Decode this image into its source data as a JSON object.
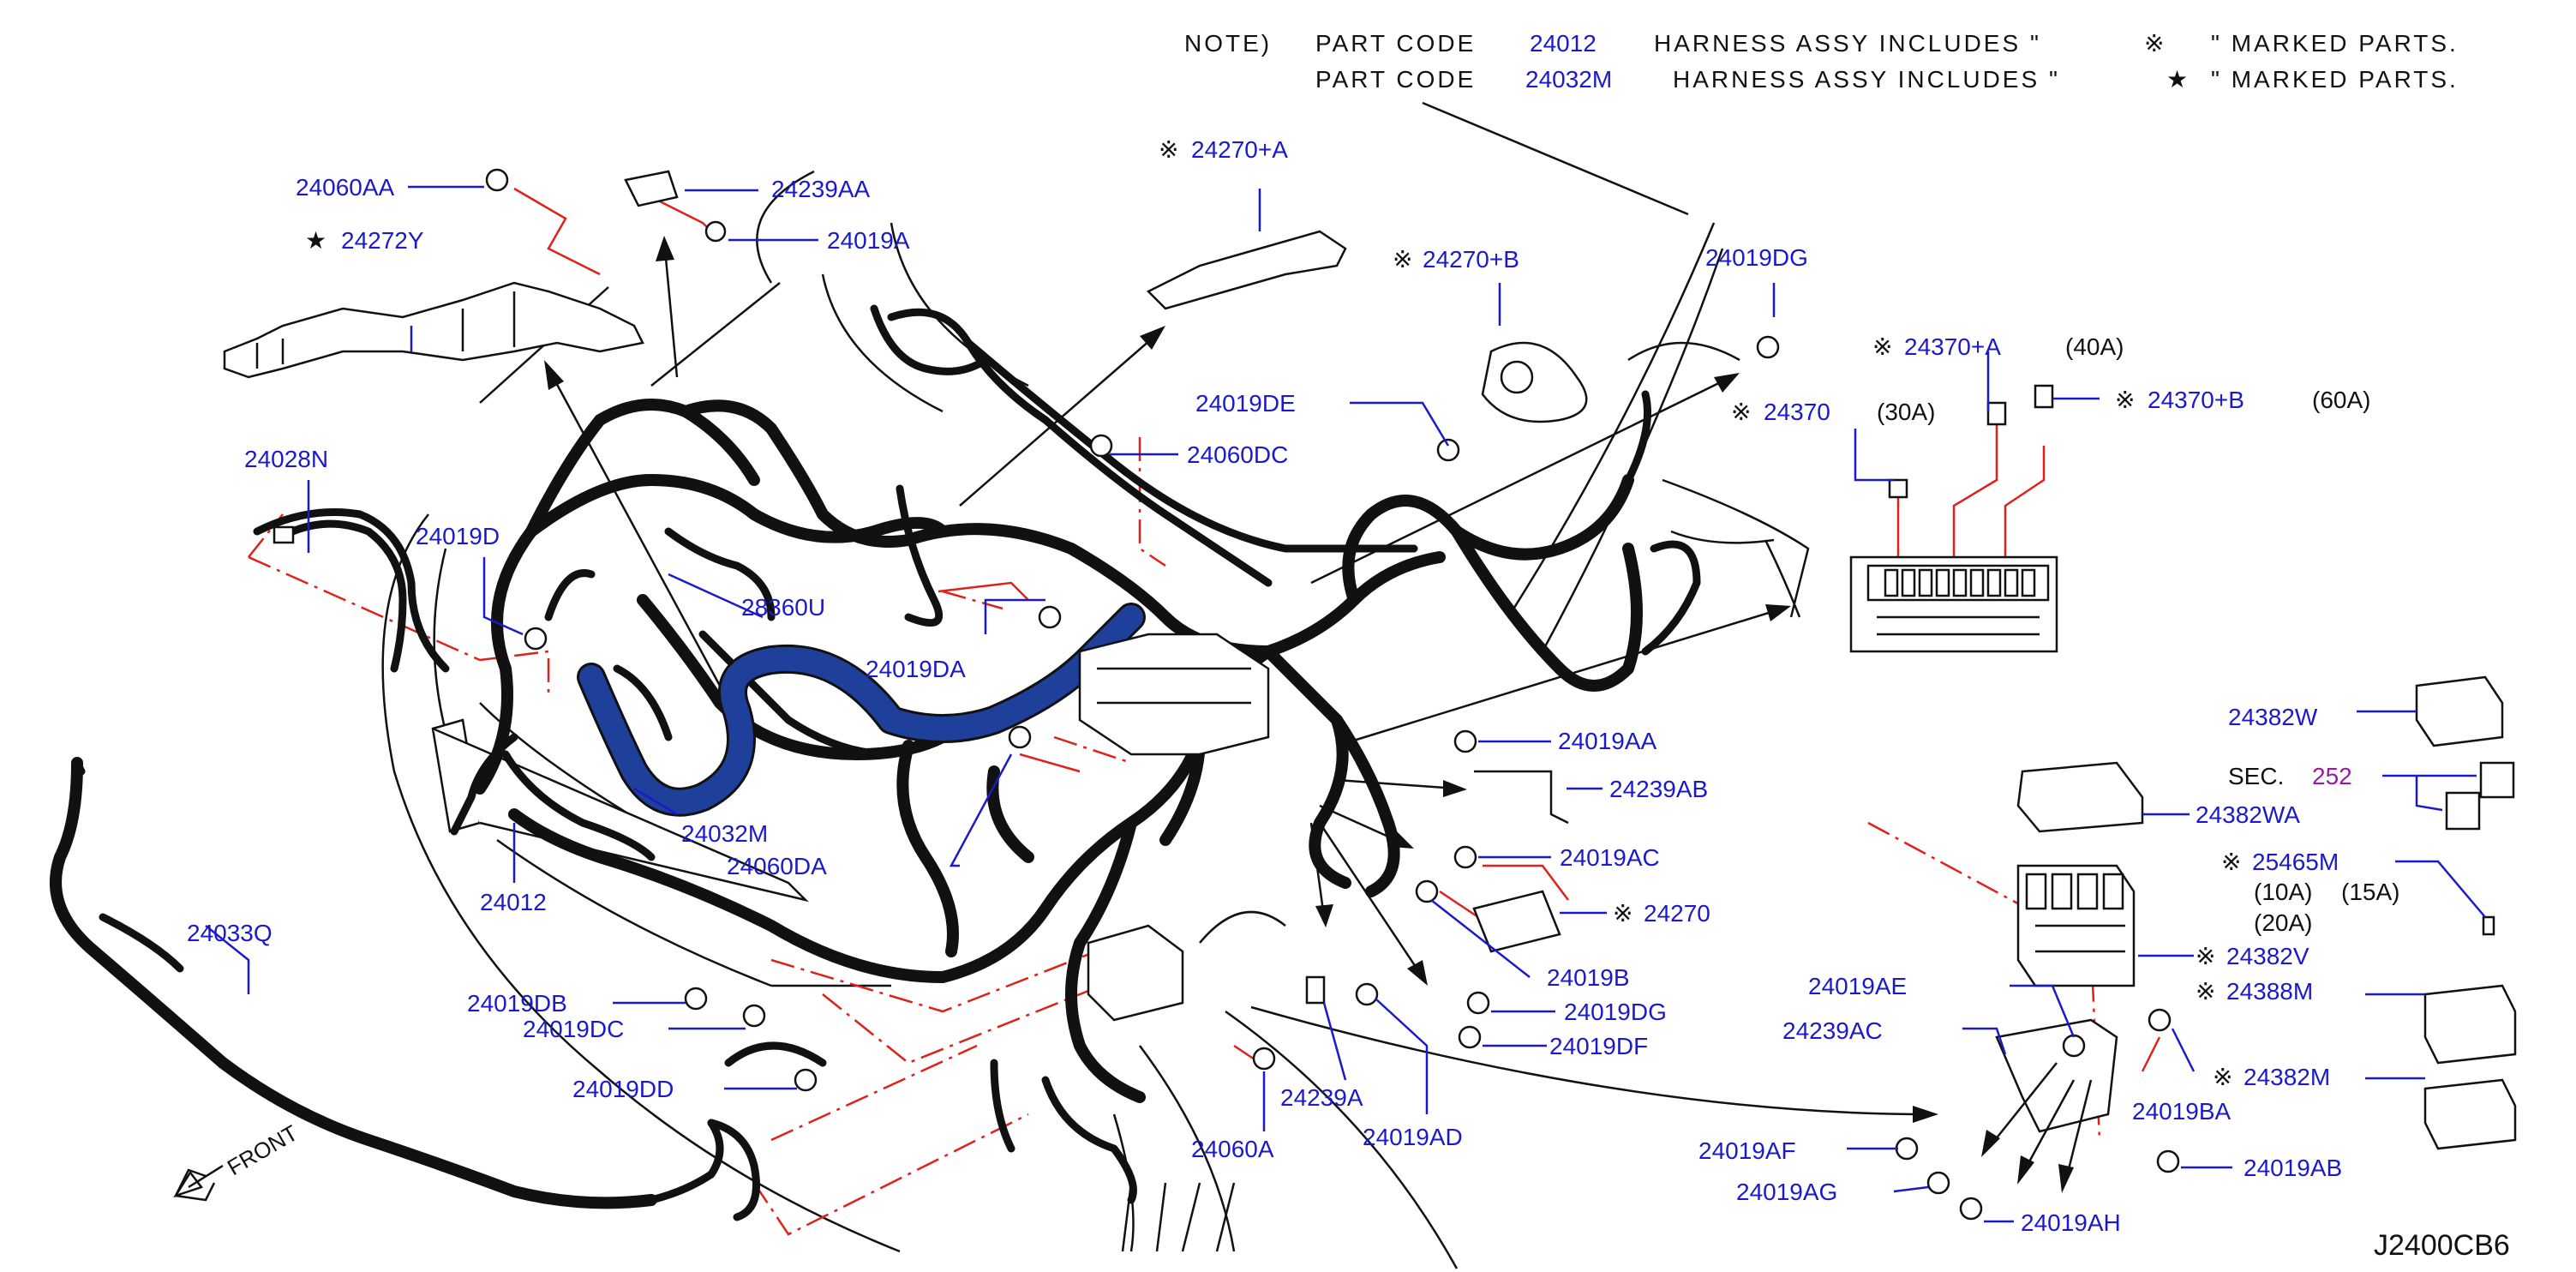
{
  "note": {
    "prefix": "NOTE)",
    "line1": {
      "pc": "PART CODE",
      "code": "24012",
      "text": "HARNESS ASSY INCLUDES \"",
      "mark": "※",
      "end": "\" MARKED PARTS."
    },
    "line2": {
      "pc": "PART CODE",
      "code": "24032M",
      "text": "HARNESS ASSY INCLUDES \"",
      "mark": "★",
      "end": "\" MARKED PARTS."
    }
  },
  "labels": {
    "l24060AA": "24060AA",
    "l24239AA": "24239AA",
    "l24019A": "24019A",
    "l24272Y": "24272Y",
    "l24270A": "24270+A",
    "l24270B": "24270+B",
    "l24019DG_top": "24019DG",
    "l24019DE": "24019DE",
    "l24060DC": "24060DC",
    "l24028N": "24028N",
    "l24019D": "24019D",
    "l28360U": "28360U",
    "l24019DA": "24019DA",
    "l24370A": "24370+A",
    "l24370B": "24370+B",
    "l24370": "24370",
    "l24019AA": "24019AA",
    "l24239AB": "24239AB",
    "l24019AC": "24019AC",
    "l24270": "24270",
    "l24032M": "24032M",
    "l24060DA": "24060DA",
    "l24012": "24012",
    "l24033Q": "24033Q",
    "l24019DB": "24019DB",
    "l24019DC": "24019DC",
    "l24019DD": "24019DD",
    "l24019B": "24019B",
    "l24019DG": "24019DG",
    "l24019DF": "24019DF",
    "l24239A": "24239A",
    "l24019AD": "24019AD",
    "l24060A": "24060A",
    "l24382W": "24382W",
    "l24382WA": "24382WA",
    "l25465M": "25465M",
    "l24382V": "24382V",
    "l24388M": "24388M",
    "l24382M": "24382M",
    "l24019AE": "24019AE",
    "l24239AC": "24239AC",
    "l24019BA": "24019BA",
    "l24019AF": "24019AF",
    "l24019AG": "24019AG",
    "l24019AH": "24019AH",
    "l24019AB": "24019AB"
  },
  "amps": {
    "a40": "(40A)",
    "a30": "(30A)",
    "a60": "(60A)",
    "a10": "(10A)",
    "a15": "(15A)",
    "a20": "(20A)"
  },
  "marks": {
    "asterisk": "※",
    "star": "★"
  },
  "section": {
    "prefix": "SEC.",
    "number": "252"
  },
  "front_label": "FRONT",
  "drawing_ref": "J2400CB6",
  "colors": {
    "callout": "#1a1acc",
    "leader_red": "#e0201a",
    "section_ref": "#9a1aa8",
    "highlight_harness": "#1e3f9a"
  }
}
